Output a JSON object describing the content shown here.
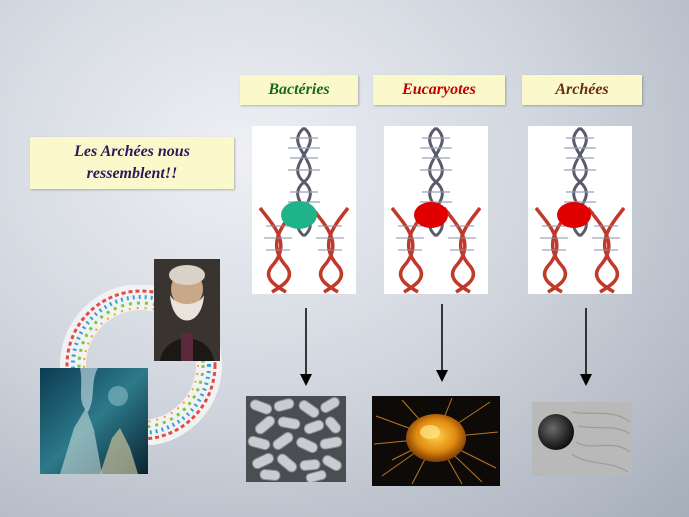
{
  "callout": {
    "line1": "Les Archées nous",
    "line2": "ressemblent!!"
  },
  "domains": [
    {
      "name": "Bactéries",
      "color": "#1a6a1a",
      "dot_color": "#1fb38a"
    },
    {
      "name": "Eucaryotes",
      "color": "#c00000",
      "dot_color": "#e00000"
    },
    {
      "name": "Archées",
      "color": "#6a2a1a",
      "dot_color": "#e00000"
    }
  ]
}
